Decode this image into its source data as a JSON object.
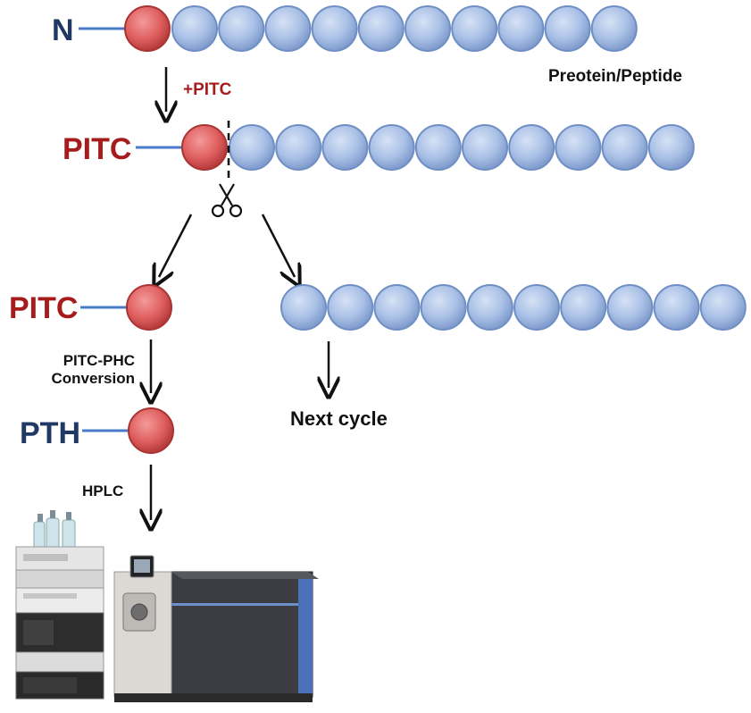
{
  "labels": {
    "n_terminus": "N",
    "protein": "Preotein/Peptide",
    "add_pitc": "+PITC",
    "pitc_row2": "PITC",
    "pitc_row3": "PITC",
    "conversion_line1": "PITC-PHC",
    "conversion_line2": "Conversion",
    "pth": "PTH",
    "next_cycle": "Next cycle",
    "hplc": "HPLC"
  },
  "colors": {
    "n_label": "#1f3864",
    "pitc_label": "#a61c1c",
    "add_pitc_label": "#a61c1c",
    "pth_label": "#1f3864",
    "red_bead": "#e06060",
    "blue_bead": "#a9c0e6",
    "bond": "#4a7bc8"
  },
  "chains": {
    "row1_blue_count": 10,
    "row2_blue_count": 10,
    "remainder_blue_count": 10
  },
  "icons": [
    "scissors-icon",
    "hplc-instrument-icon"
  ]
}
